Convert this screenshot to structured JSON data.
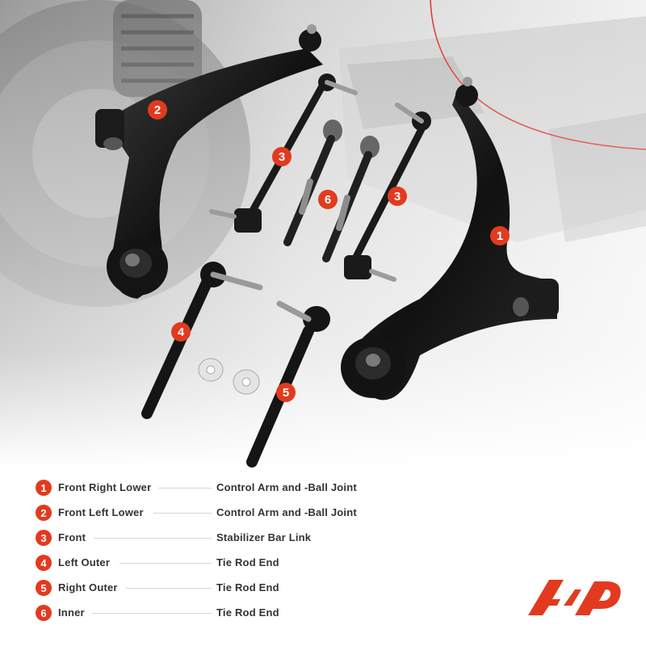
{
  "callouts": [
    "1",
    "2",
    "3",
    "3",
    "4",
    "5",
    "6"
  ],
  "legend": [
    {
      "num": "1",
      "position": "Front Right Lower",
      "part": "Control Arm and -Ball Joint"
    },
    {
      "num": "2",
      "position": "Front Left Lower",
      "part": "Control Arm and -Ball Joint"
    },
    {
      "num": "3",
      "position": "Front",
      "part": "Stabilizer Bar Link"
    },
    {
      "num": "4",
      "position": "Left Outer",
      "part": "Tie Rod End"
    },
    {
      "num": "5",
      "position": "Right Outer",
      "part": "Tie Rod End"
    },
    {
      "num": "6",
      "position": "Inner",
      "part": "Tie Rod End"
    }
  ],
  "colors": {
    "accent": "#e23a1f",
    "arm": "#1a1a1a",
    "text": "#333333"
  },
  "logo": {
    "name": "a-premium-logo"
  }
}
